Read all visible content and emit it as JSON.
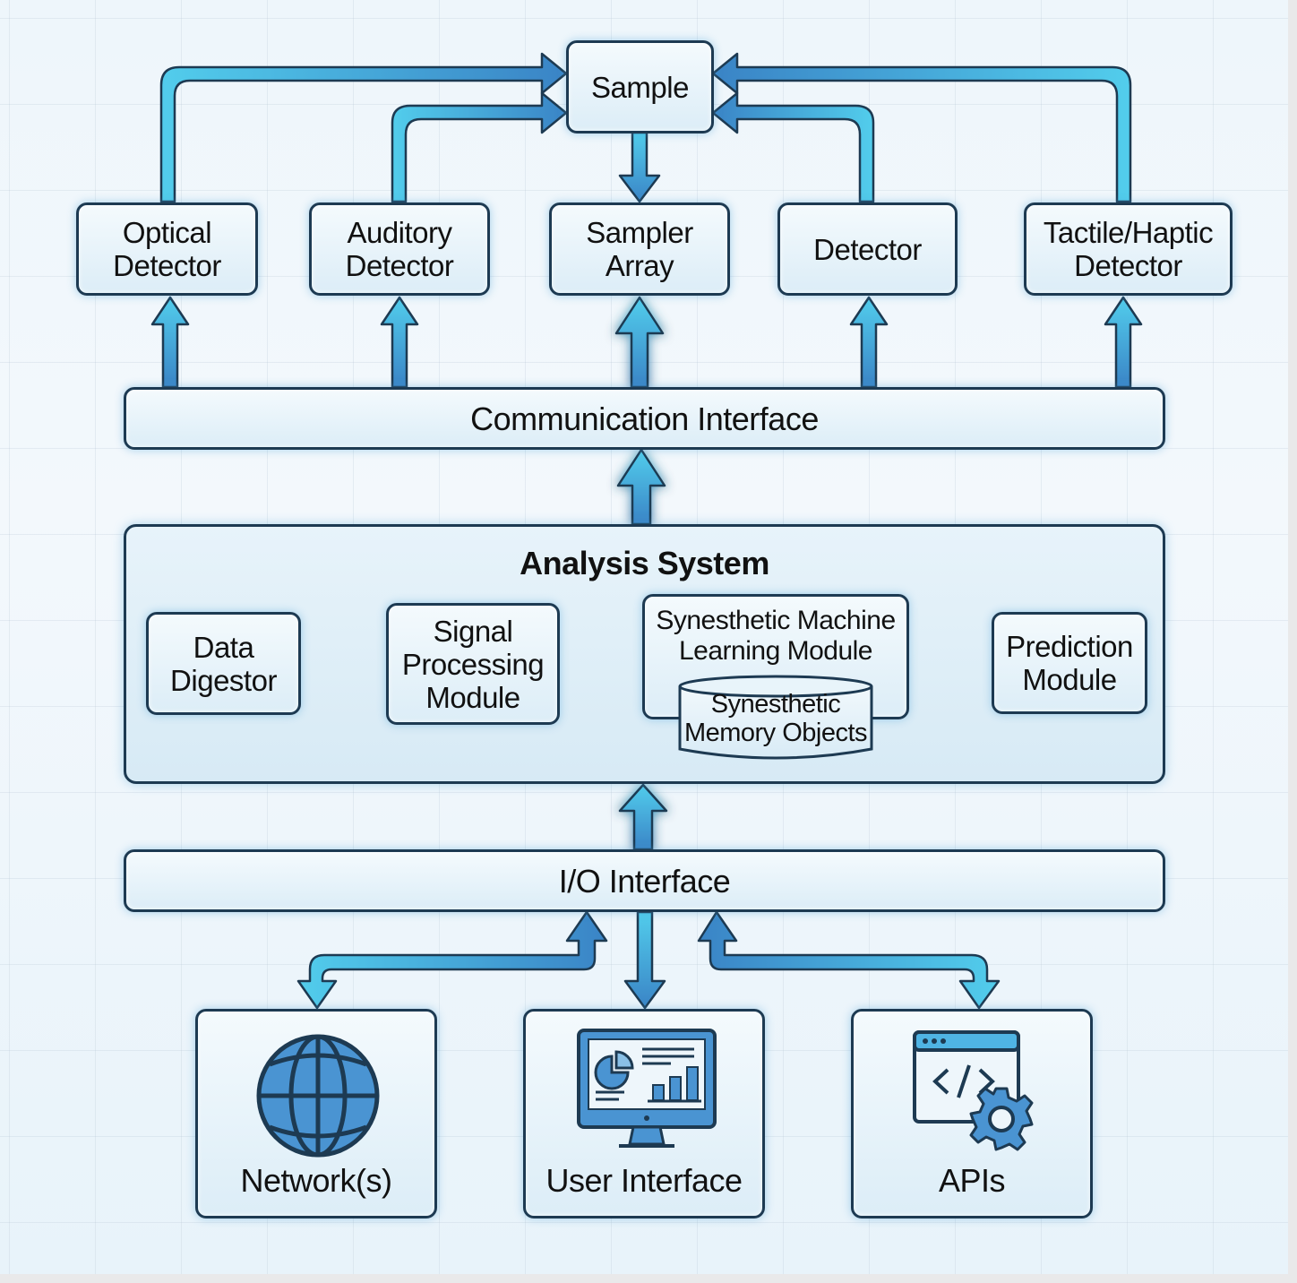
{
  "diagram": {
    "sample": "Sample",
    "detectors": [
      {
        "id": "optical",
        "line1": "Optical",
        "line2": "Detector"
      },
      {
        "id": "auditory",
        "line1": "Auditory",
        "line2": "Detector"
      },
      {
        "id": "sampler",
        "line1": "Sampler",
        "line2": "Array"
      },
      {
        "id": "detector",
        "line1": "Detector",
        "line2": ""
      },
      {
        "id": "tactile",
        "line1": "Tactile/Haptic",
        "line2": "Detector"
      }
    ],
    "communication_interface": "Communication Interface",
    "analysis_system": {
      "title": "Analysis System",
      "modules": {
        "data_digestor": {
          "line1": "Data",
          "line2": "Digestor"
        },
        "signal_processing": {
          "line1": "Signal",
          "line2": "Processing",
          "line3": "Module"
        },
        "synesthetic_ml": {
          "line1": "Synesthetic Machine",
          "line2": "Learning Module"
        },
        "memory_objects": {
          "line1": "Synesthetic",
          "line2": "Memory Objects"
        },
        "prediction": {
          "line1": "Prediction",
          "line2": "Module"
        }
      }
    },
    "io_interface": "I/O Interface",
    "endpoints": [
      {
        "id": "network",
        "label": "Network(s)",
        "icon": "globe-icon"
      },
      {
        "id": "ui",
        "label": "User Interface",
        "icon": "monitor-dashboard-icon"
      },
      {
        "id": "apis",
        "label": "APIs",
        "icon": "code-window-gear-icon"
      }
    ],
    "colors": {
      "arrow_light": "#4fc8e8",
      "arrow_dark": "#3a88c8",
      "outline": "#1d3a52",
      "icon_fill": "#4a90d0"
    }
  }
}
